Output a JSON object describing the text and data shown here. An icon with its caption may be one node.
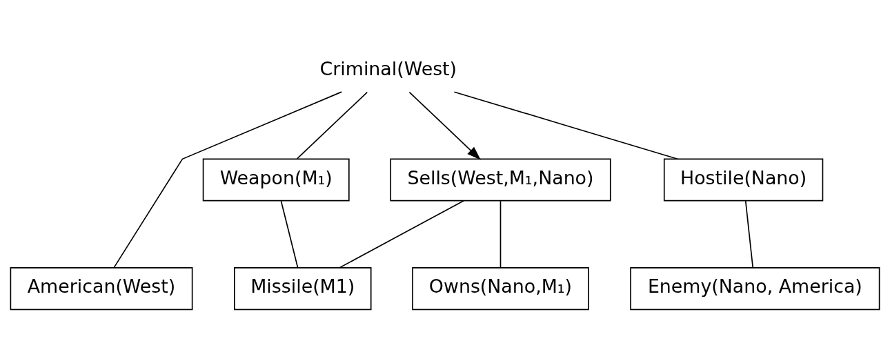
{
  "diagram": {
    "nodes": [
      {
        "text": [
          "Criminal(West)"
        ]
      },
      {
        "text": [
          "American(West)"
        ]
      },
      {
        "text": [
          "Weapon(M₁)"
        ]
      },
      {
        "text": [
          "Sells(West,M₁,Nano)"
        ]
      },
      {
        "text": [
          "Hostile(Nano)"
        ]
      },
      {
        "text": [
          "Missile(M1)"
        ]
      },
      {
        "text": [
          "Owns(Nano,M₁)"
        ]
      },
      {
        "text": [
          "Enemy(Nano, America)"
        ]
      }
    ],
    "edges": [
      {
        "from": 0,
        "to": 1,
        "arrow": "none"
      },
      {
        "from": 0,
        "to": 2,
        "arrow": "none"
      },
      {
        "from": 0,
        "to": 3,
        "arrow": "to"
      },
      {
        "from": 0,
        "to": 4,
        "arrow": "none"
      },
      {
        "from": 5,
        "to": 2,
        "arrow": "none"
      },
      {
        "from": 5,
        "to": 3,
        "arrow": "none"
      },
      {
        "from": 6,
        "to": 3,
        "arrow": "none"
      },
      {
        "from": 7,
        "to": 4,
        "arrow": "none"
      }
    ]
  }
}
